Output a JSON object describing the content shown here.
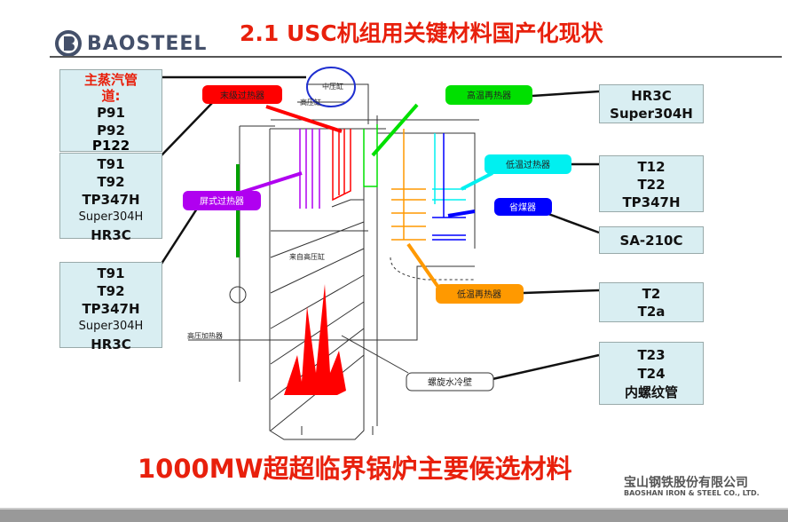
{
  "title": "2.1 USC机组用关键材料国产化现状",
  "logo": {
    "text": "BAOSTEEL"
  },
  "left_boxes": [
    {
      "heading": "主蒸汽管道:",
      "items": [
        "P91",
        "P92",
        "P122"
      ]
    },
    {
      "items": [
        "T91",
        "T92",
        "TP347H",
        "Super304H",
        "HR3C"
      ]
    },
    {
      "items": [
        "T91",
        "T92",
        "TP347H",
        "Super304H",
        "HR3C"
      ]
    }
  ],
  "right_boxes": [
    {
      "items": [
        "HR3C",
        "Super304H"
      ]
    },
    {
      "items": [
        "T12",
        "T22",
        "TP347H"
      ]
    },
    {
      "items": [
        "SA-210C"
      ]
    },
    {
      "items": [
        "T2",
        "T2a"
      ]
    },
    {
      "items": [
        "T23",
        "T24",
        "内螺纹管"
      ]
    }
  ],
  "callouts": {
    "final_sh": "末级过热器",
    "platen_sh": "屏式过热器",
    "ht_rh": "高温再热器",
    "lt_sh": "低温过热器",
    "economizer": "省煤器",
    "lt_rh": "低温再热器",
    "spiral_wall": "螺旋水冷壁"
  },
  "diagram_labels": {
    "ip": "中压缸",
    "hp": "高压缸",
    "from_hp": "来自高压缸",
    "hp_heater": "高压加热器"
  },
  "colors": {
    "final_sh": "#ff0000",
    "platen_sh": "#b000f0",
    "ht_rh": "#00e000",
    "lt_sh": "#00f0f0",
    "economizer": "#0000ff",
    "lt_rh": "#ff9900",
    "flame": "#ff0000",
    "ip_circle": "#1f2fd0"
  },
  "bottom_title": "1000MW超超临界锅炉主要候选材料",
  "company": {
    "cn": "宝山钢铁股份有限公司",
    "en": "BAOSHAN IRON & STEEL CO., LTD."
  }
}
